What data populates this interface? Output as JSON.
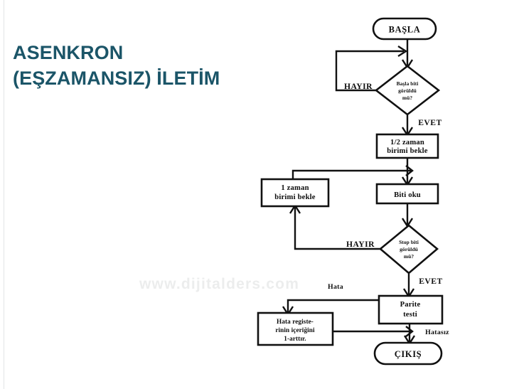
{
  "slide": {
    "background_color": "#ffffff",
    "edge_rule_color": "#e2e4e6",
    "title": "ASENKRON\n(EŞZAMANSIZ) İLETİM",
    "title_color": "#1b5568",
    "watermark": "www.dijitalders.com",
    "watermark_color": "#eceded"
  },
  "flowchart": {
    "type": "flowchart",
    "stroke_color": "#111111",
    "fill_color": "#ffffff",
    "nodes": {
      "start": {
        "shape": "terminator",
        "label": "BAŞLA"
      },
      "start_bit_check": {
        "shape": "decision",
        "label_line1": "Başla biti",
        "label_line2": "görüldü",
        "label_line3": "mü?"
      },
      "half_time_wait": {
        "shape": "process",
        "label_line1": "1/2 zaman",
        "label_line2": "birimi bekle"
      },
      "one_time_wait": {
        "shape": "process",
        "label_line1": "1 zaman",
        "label_line2": "birimi bekle"
      },
      "read_bit": {
        "shape": "process",
        "label": "Biti oku"
      },
      "stop_bit_check": {
        "shape": "decision",
        "label_line1": "Stop biti",
        "label_line2": "görüldü",
        "label_line3": "mü?"
      },
      "parity_test": {
        "shape": "process",
        "label_line1": "Parite",
        "label_line2": "testi"
      },
      "error_register": {
        "shape": "process",
        "label_line1": "Hata registe-",
        "label_line2": "rinin içeriğini",
        "label_line3": "1-arttır."
      },
      "exit": {
        "shape": "terminator",
        "label": "ÇIKIŞ"
      }
    },
    "edge_labels": {
      "start_check_no": "HAYIR",
      "start_check_yes": "EVET",
      "stop_check_no": "HAYIR",
      "stop_check_yes": "EVET",
      "parity_error": "Hata",
      "parity_ok": "Hatasız"
    }
  }
}
